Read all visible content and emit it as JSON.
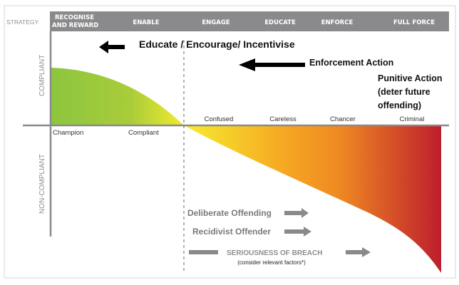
{
  "strategy_label": "STRATEGY",
  "strategies": [
    {
      "line1": "RECOGNISE",
      "line2": "AND REWARD"
    },
    {
      "line1": "ENABLE"
    },
    {
      "line1": "ENGAGE"
    },
    {
      "line1": "EDUCATE"
    },
    {
      "line1": "ENFORCE"
    },
    {
      "line1": "FULL FORCE"
    }
  ],
  "axis": {
    "compliant": "COMPLIANT",
    "non_compliant": "NON-COMPLIANT"
  },
  "compliant_types": [
    "Champion",
    "Compliant"
  ],
  "non_compliant_types": [
    "Confused",
    "Careless",
    "Chancer",
    "Criminal"
  ],
  "annotations": {
    "educate": "Educate / Encourage/ Incentivise",
    "enforcement": "Enforcement Action",
    "punitive": [
      "Punitive Action",
      "(deter future",
      "offending)"
    ],
    "deliberate": "Deliberate Offending",
    "recidivist": "Recidivist Offender",
    "seriousness": "SERIOUSNESS OF BREACH",
    "seriousness_note": "(consider relevant factors*)"
  },
  "colors": {
    "header": "#8a8a8c",
    "green": "#8cc63f",
    "yellow": "#f7ec2e",
    "orange": "#f39221",
    "red": "#be1e2d"
  }
}
